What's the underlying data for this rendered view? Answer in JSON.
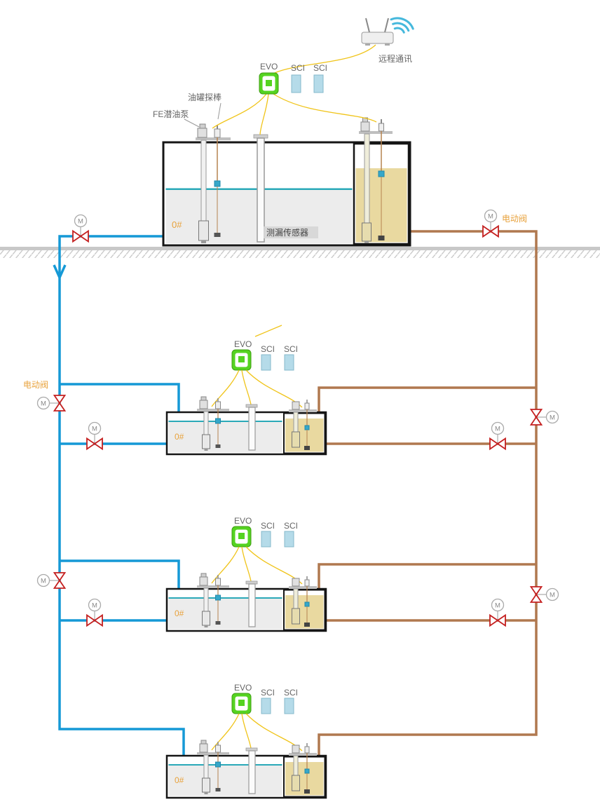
{
  "diagram": {
    "labels": {
      "remote_comm": "远程通讯",
      "evo": "EVO",
      "sci": "SCI",
      "tank_probe": "油罐探棒",
      "fe_pump": "FE潜油泵",
      "leak_sensor": "测漏传感器",
      "electric_valve": "电动阀",
      "tank_grade": "0#",
      "motor": "M"
    },
    "colors": {
      "pipe_blue": "#1599d6",
      "pipe_brown": "#b0784f",
      "signal_wire_yellow": "#f0c419",
      "evo_green": "#55d321",
      "sci_fill": "#b5dbe9",
      "tank_water_fill": "#ececec",
      "diesel_fill": "#e9d9a0",
      "level_line_teal": "#2aa9b8",
      "valve_red": "#c42020",
      "ground_gray": "#c8c8c8",
      "label_orange": "#e8a23c",
      "text_gray": "#666666"
    }
  }
}
